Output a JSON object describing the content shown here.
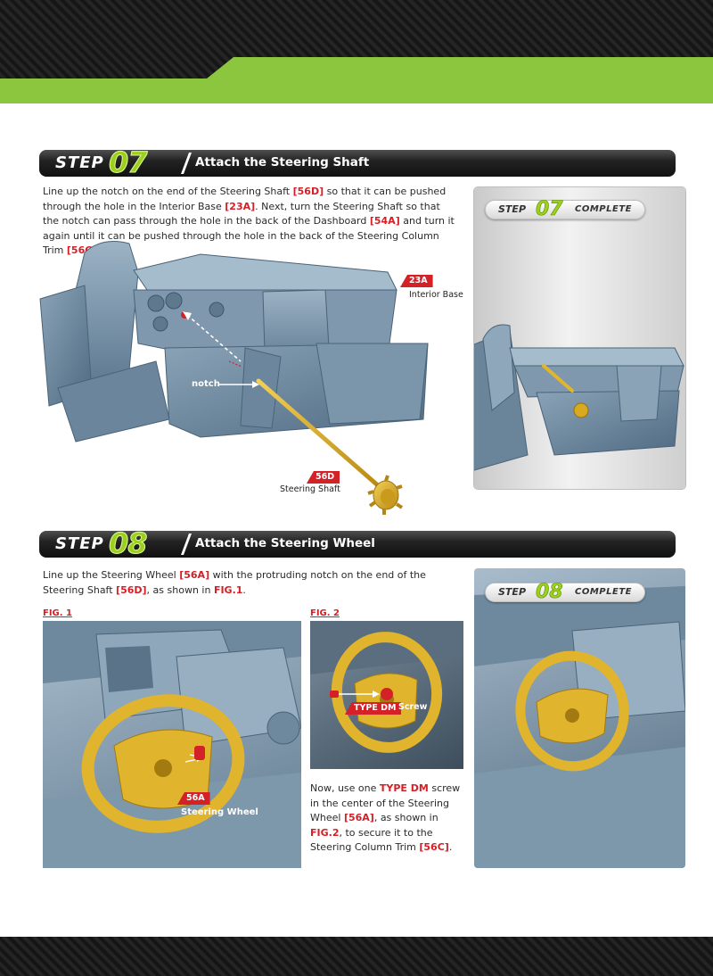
{
  "step07": {
    "step_word": "STEP",
    "number": "07",
    "title": "Attach the Steering Shaft",
    "text_segments": [
      {
        "t": "Line up the notch on the end of the Steering Shaft ",
        "red": false
      },
      {
        "t": "[56D]",
        "red": true
      },
      {
        "t": " so that it can be pushed through the hole in the Interior Base ",
        "red": false
      },
      {
        "t": "[23A]",
        "red": true
      },
      {
        "t": ". Next, turn the Steering Shaft so that the notch can pass through the hole in the back of the Dashboard ",
        "red": false
      },
      {
        "t": "[54A]",
        "red": true
      },
      {
        "t": " and turn it again until it can be pushed through the hole in the back of the Steering Column Trim ",
        "red": false
      },
      {
        "t": "[56C]",
        "red": true
      },
      {
        "t": ".",
        "red": false
      }
    ],
    "labels": {
      "tag_23a": "23A",
      "interior_base": "Interior Base",
      "notch": "notch",
      "tag_56d": "56D",
      "steering_shaft": "Steering Shaft"
    },
    "complete": {
      "step_word": "STEP",
      "number": "07",
      "word": "COMPLETE"
    }
  },
  "step08": {
    "step_word": "STEP",
    "number": "08",
    "title": "Attach the Steering Wheel",
    "text_segments": [
      {
        "t": "Line up the Steering Wheel ",
        "red": false
      },
      {
        "t": "[56A]",
        "red": true
      },
      {
        "t": " with the protruding notch on the end of the Steering Shaft ",
        "red": false
      },
      {
        "t": "[56D]",
        "red": true
      },
      {
        "t": ", as shown in ",
        "red": false
      },
      {
        "t": "FIG.1",
        "red": true
      },
      {
        "t": ".",
        "red": false
      }
    ],
    "fig1": {
      "label": "FIG. 1",
      "tag_56a": "56A",
      "steering_wheel": "Steering Wheel"
    },
    "fig2": {
      "label": "FIG. 2",
      "screw_type": "TYPE DM",
      "screw_word": "Screw"
    },
    "fig2_text_segments": [
      {
        "t": "Now, use one ",
        "red": false
      },
      {
        "t": "TYPE DM",
        "red": true
      },
      {
        "t": " screw in the center of the Steering Wheel ",
        "red": false
      },
      {
        "t": "[56A]",
        "red": true
      },
      {
        "t": ", as shown in ",
        "red": false
      },
      {
        "t": "FIG.2",
        "red": true
      },
      {
        "t": ", to secure it to the Steering Column Trim ",
        "red": false
      },
      {
        "t": "[56C]",
        "red": true
      },
      {
        "t": ".",
        "red": false
      }
    ],
    "complete": {
      "step_word": "STEP",
      "number": "08",
      "word": "COMPLETE"
    }
  },
  "colors": {
    "accent_green": "#8cc63f",
    "label_red": "#d42027",
    "model_blue": "#7b95aa",
    "part_yellow": "#e2b52a"
  }
}
